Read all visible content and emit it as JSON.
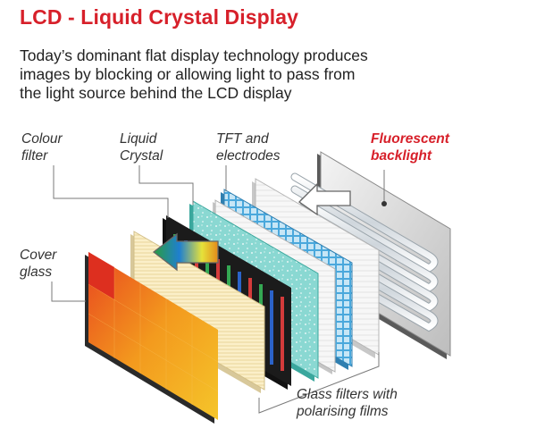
{
  "header": {
    "title": "LCD - Liquid Crystal Display",
    "subtitle_lines": [
      "Today’s dominant flat display technology produces",
      "images by blocking or allowing light to pass from",
      "the light source behind the LCD display"
    ]
  },
  "labels": {
    "colour_filter": [
      "Colour",
      "filter"
    ],
    "liquid_crystal": [
      "Liquid",
      "Crystal"
    ],
    "tft_electrodes": [
      "TFT and",
      "electrodes"
    ],
    "fluorescent_backlight": [
      "Fluorescent",
      "backlight"
    ],
    "cover_glass": [
      "Cover",
      "glass"
    ],
    "glass_filters": [
      "Glass filters with",
      "polarising films"
    ]
  },
  "colors": {
    "title_red": "#d7202a",
    "accent_label_red": "#d7202a",
    "filter_blue": "#4aa8dc",
    "liquid_crystal_teal": "#7fd6cf",
    "cover_glass_orange": "#f3a019"
  }
}
